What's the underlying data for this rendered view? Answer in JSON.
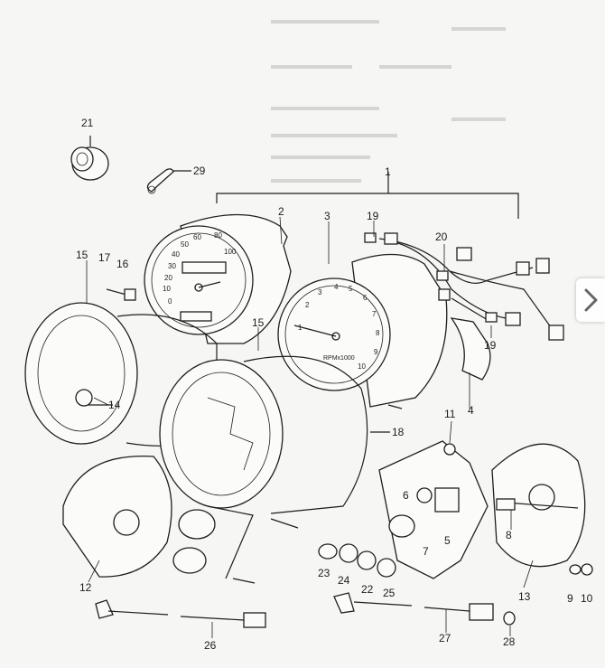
{
  "diagram": {
    "callouts": [
      "21",
      "29",
      "2",
      "3",
      "19",
      "1",
      "20",
      "15",
      "17",
      "16",
      "15",
      "14",
      "19",
      "4",
      "18",
      "11",
      "6",
      "5",
      "7",
      "8",
      "23",
      "24",
      "22",
      "25",
      "12",
      "13",
      "9",
      "10",
      "26",
      "27",
      "28"
    ]
  },
  "gauges": {
    "speedometer_ticks": [
      "0",
      "10",
      "20",
      "30",
      "40",
      "50",
      "60",
      "80",
      "100"
    ],
    "tachometer_ticks": [
      "1",
      "2",
      "3",
      "4",
      "5",
      "6",
      "7",
      "8",
      "9",
      "10"
    ],
    "tachometer_unit": "RPMx1000"
  },
  "nav": {
    "next_icon": "chevron-right-icon"
  }
}
